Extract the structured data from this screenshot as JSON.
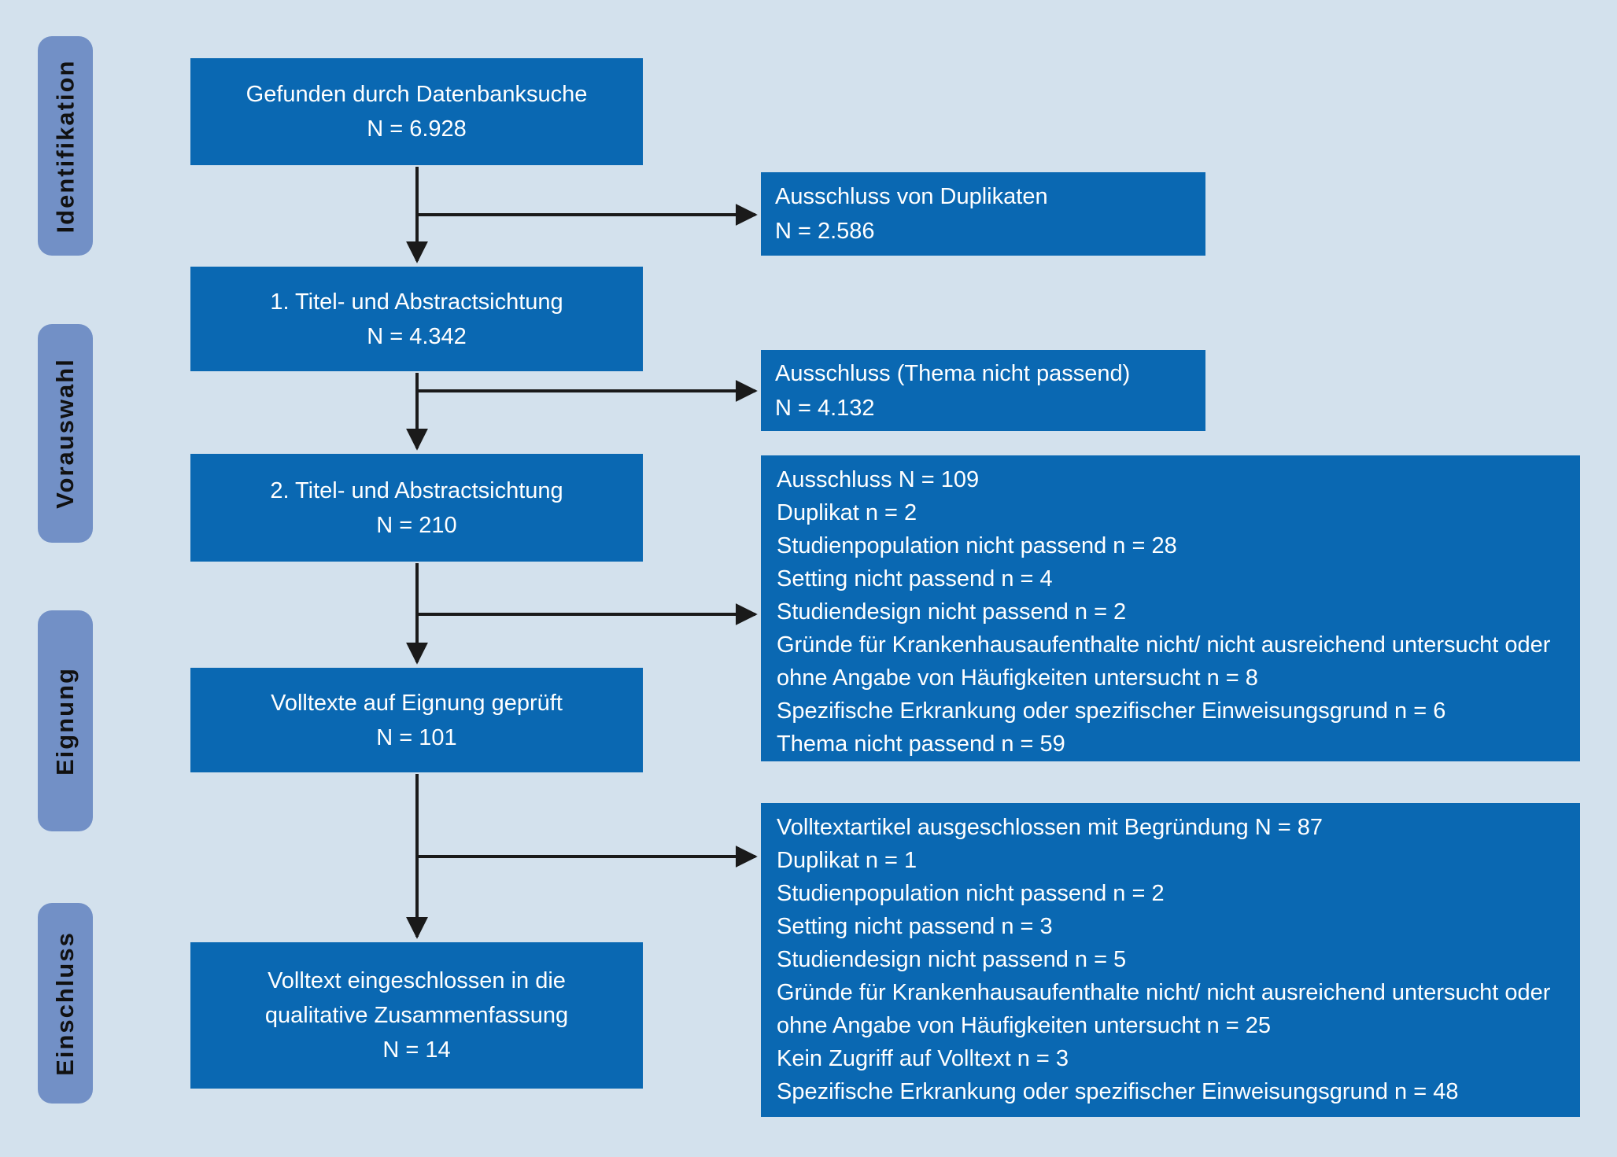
{
  "colors": {
    "bg": "#d3e1ed",
    "box-blue": "#0a68b2",
    "stage-blue": "#7290c6",
    "arrow": "#1a1a1a",
    "box-text": "#ffffff",
    "stage-text": "#111111"
  },
  "stages": [
    {
      "label": "Identifikation"
    },
    {
      "label": "Vorauswahl"
    },
    {
      "label": "Eignung"
    },
    {
      "label": "Einschluss"
    }
  ],
  "flow": [
    {
      "lines": [
        "Gefunden durch Datenbanksuche",
        "N = 6.928"
      ]
    },
    {
      "lines": [
        "1. Titel- und Abstractsichtung",
        "N = 4.342"
      ]
    },
    {
      "lines": [
        "2. Titel- und Abstractsichtung",
        "N = 210"
      ]
    },
    {
      "lines": [
        "Volltexte auf Eignung geprüft",
        "N = 101"
      ]
    },
    {
      "lines": [
        "Volltext eingeschlossen in die",
        "qualitative Zusammenfassung",
        "N = 14"
      ]
    }
  ],
  "exclusions": [
    {
      "lines": [
        "Ausschluss von Duplikaten",
        "N = 2.586"
      ]
    },
    {
      "lines": [
        "Ausschluss (Thema nicht passend)",
        "N = 4.132"
      ]
    },
    {
      "lines": [
        "Ausschluss N = 109",
        "Duplikat n = 2",
        "Studienpopulation nicht passend n = 28",
        "Setting nicht passend n = 4",
        "Studiendesign nicht passend n = 2",
        "Gründe für Krankenhausaufenthalte nicht/ nicht ausreichend untersucht oder ohne Angabe von Häufigkeiten untersucht n = 8",
        "Spezifische Erkrankung oder spezifischer Einweisungsgrund n = 6",
        "Thema nicht passend n = 59"
      ]
    },
    {
      "lines": [
        "Volltextartikel ausgeschlossen mit Begründung N = 87",
        "Duplikat n = 1",
        "Studienpopulation nicht passend n = 2",
        "Setting nicht passend n = 3",
        "Studiendesign nicht passend n = 5",
        "Gründe für Krankenhausaufenthalte nicht/ nicht ausreichend untersucht oder ohne Angabe von Häufigkeiten untersucht n = 25",
        "Kein Zugriff auf Volltext n = 3",
        "Spezifische Erkrankung oder spezifischer Einweisungsgrund n = 48"
      ]
    }
  ]
}
